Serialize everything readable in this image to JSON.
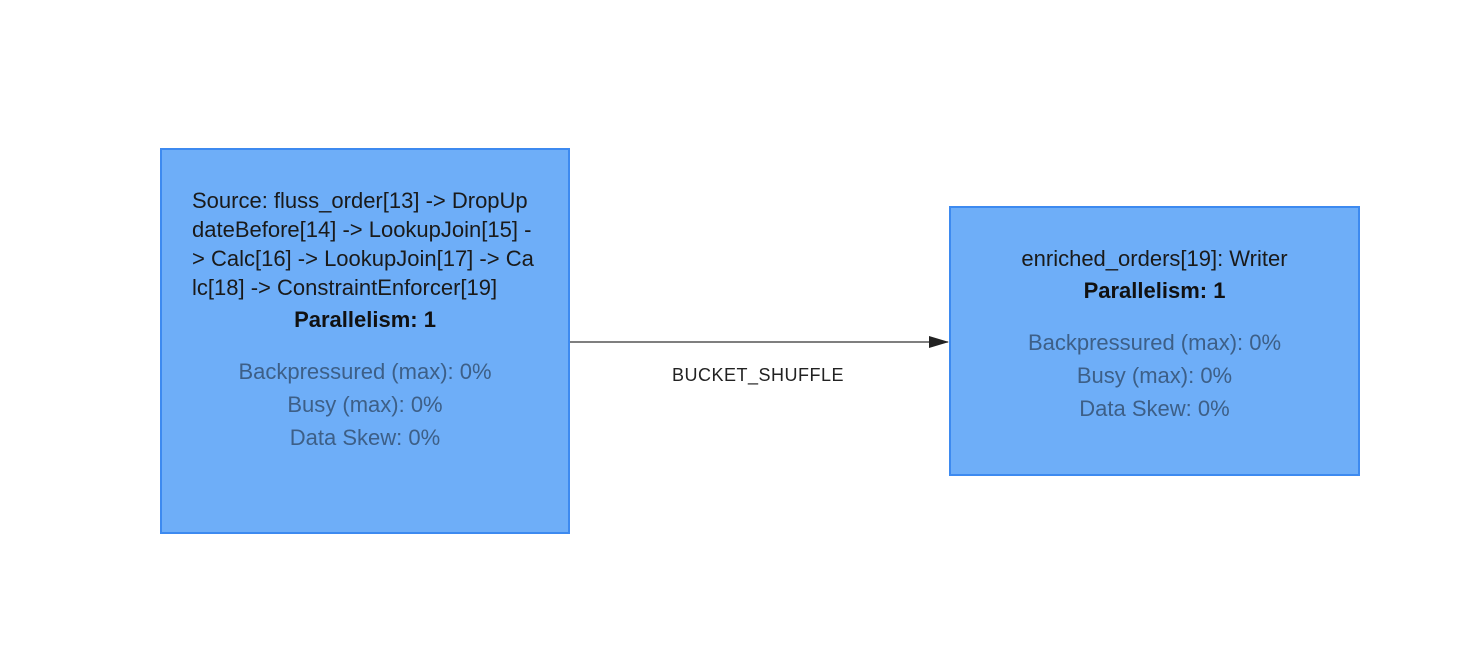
{
  "nodes": [
    {
      "name": "Source: fluss_order[13] -> DropUpdateBefore[14] -> LookupJoin[15] -> Calc[16] -> LookupJoin[17] -> Calc[18] -> ConstraintEnforcer[19]",
      "parallelism": "Parallelism: 1",
      "metrics": {
        "backpressured": "Backpressured (max): 0%",
        "busy": "Busy (max): 0%",
        "data_skew": "Data Skew: 0%"
      }
    },
    {
      "name": "enriched_orders[19]: Writer",
      "parallelism": "Parallelism: 1",
      "metrics": {
        "backpressured": "Backpressured (max): 0%",
        "busy": "Busy (max): 0%",
        "data_skew": "Data Skew: 0%"
      }
    }
  ],
  "edges": [
    {
      "from": 0,
      "to": 1,
      "label": "BUCKET_SHUFFLE"
    }
  ],
  "colors": {
    "node_fill": "#6eaef8",
    "node_border": "#3d8af0",
    "metric_text": "#3d5f87",
    "edge": "#333333"
  }
}
